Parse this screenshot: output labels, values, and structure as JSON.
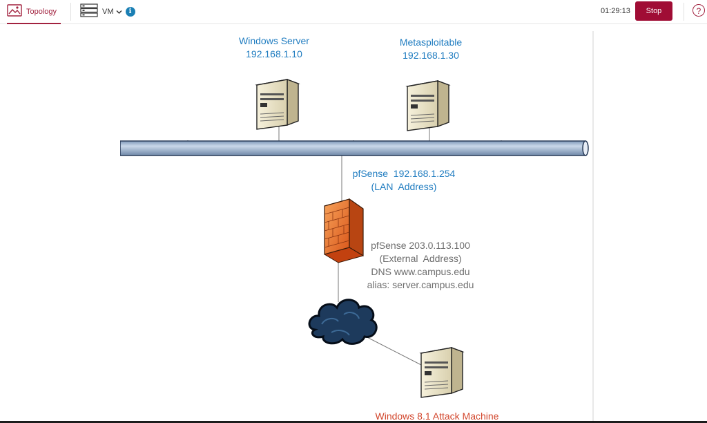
{
  "toolbar": {
    "topology_label": "Topology",
    "vm_label": "VM",
    "timer": "01:29:13",
    "stop_label": "Stop",
    "help_glyph": "?",
    "info_glyph": "i"
  },
  "diagram": {
    "windows_server": {
      "name": "Windows Server",
      "ip": "192.168.1.10"
    },
    "metasploitable": {
      "name": "Metasploitable",
      "ip": "192.168.1.30"
    },
    "pfsense_lan": {
      "line1": "pfSense  192.168.1.254",
      "line2": "(LAN  Address)"
    },
    "pfsense_ext": {
      "line1": "pfSense 203.0.113.100",
      "line2": "(External  Address)",
      "line3": "DNS www.campus.edu",
      "line4": "alias: server.campus.edu"
    },
    "attacker": {
      "name": "Windows 8.1 Attack Machine"
    }
  },
  "colors": {
    "accent": "#a2223f",
    "stop": "#a00d35",
    "label_blue": "#1f7cc0",
    "label_red": "#d2452b",
    "label_gray": "#6d6d6d"
  },
  "icons": [
    "topology-icon",
    "vm-icon",
    "chevron-down-icon",
    "info-icon",
    "help-icon",
    "server-icon",
    "firewall-icon",
    "cloud-icon"
  ]
}
